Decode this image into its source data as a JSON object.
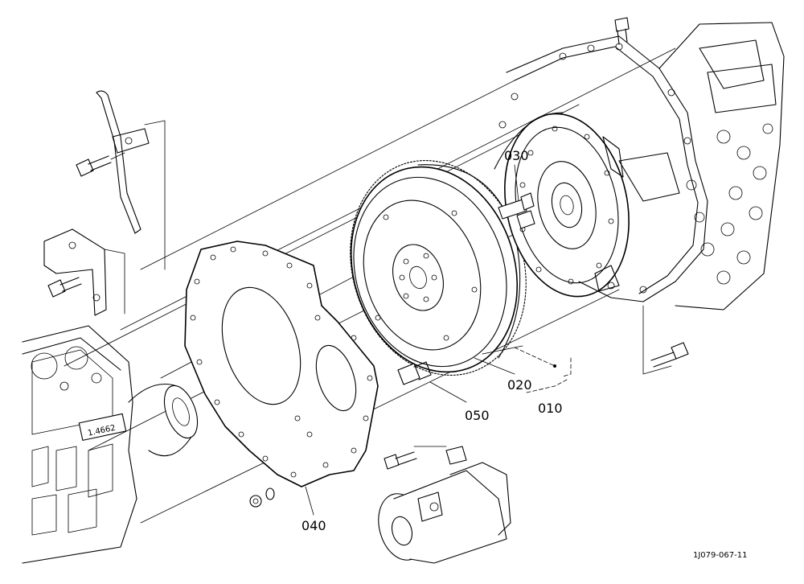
{
  "callouts": {
    "p010": "010",
    "p020": "020",
    "p030": "030",
    "p040": "040",
    "p050": "050"
  },
  "reference": "1J079-067-11",
  "colors": {
    "line": "#000000",
    "background": "#ffffff"
  }
}
